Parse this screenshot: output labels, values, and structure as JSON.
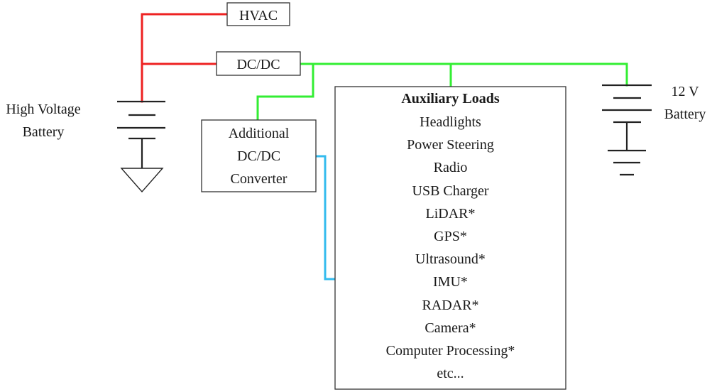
{
  "components": {
    "hvac": "HVAC",
    "dcdc": "DC/DC",
    "additional_converter": [
      "Additional",
      "DC/DC",
      "Converter"
    ],
    "high_voltage_battery": [
      "High Voltage",
      "Battery"
    ],
    "battery_12v": [
      "12 V",
      "Battery"
    ]
  },
  "auxiliary_loads": {
    "title": "Auxiliary Loads",
    "items": [
      "Headlights",
      "Power Steering",
      "Radio",
      "USB Charger",
      "LiDAR*",
      "GPS*",
      "Ultrasound*",
      "IMU*",
      "RADAR*",
      "Camera*",
      "Computer Processing*",
      "etc..."
    ]
  },
  "colors": {
    "high_voltage_wire": "#ee2222",
    "low_voltage_wire": "#33ee33",
    "converter_output_wire": "#33bbee",
    "outline": "#333333"
  }
}
